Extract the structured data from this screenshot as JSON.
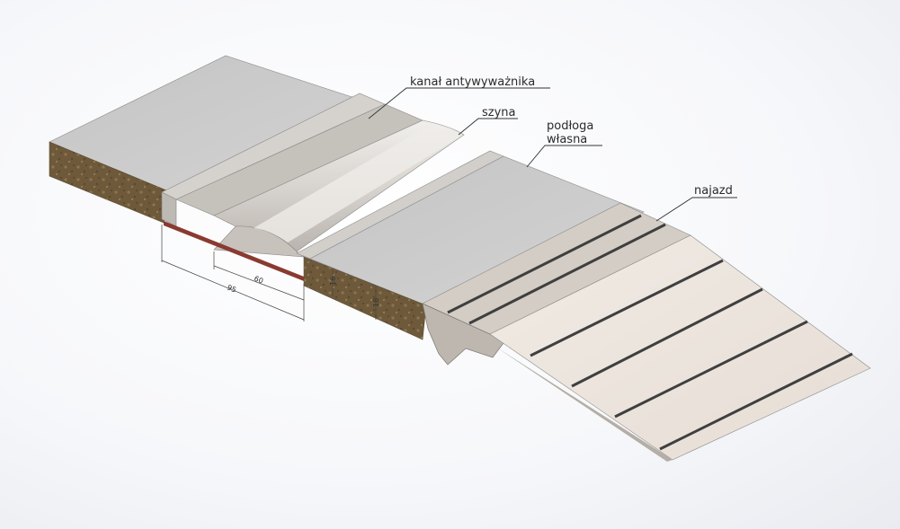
{
  "callouts": {
    "anti_lever_channel": "kanał antywyważnika",
    "rail": "szyna",
    "own_floor_line1": "podłoga",
    "own_floor_line2": "własna",
    "ramp": "najazd"
  },
  "dimensions": {
    "width_total": "95",
    "width_rail": "60",
    "height_profile": "16",
    "height_floor": "18"
  },
  "colors": {
    "background": "#f3f4f7",
    "floor_top": "#c9c9c9",
    "board_side": "#6e5a3a",
    "aluminium": "#cfccc8",
    "ramp_surface": "#ece4dc",
    "groove": "#3f3f3f",
    "seal": "#8a3a30"
  }
}
